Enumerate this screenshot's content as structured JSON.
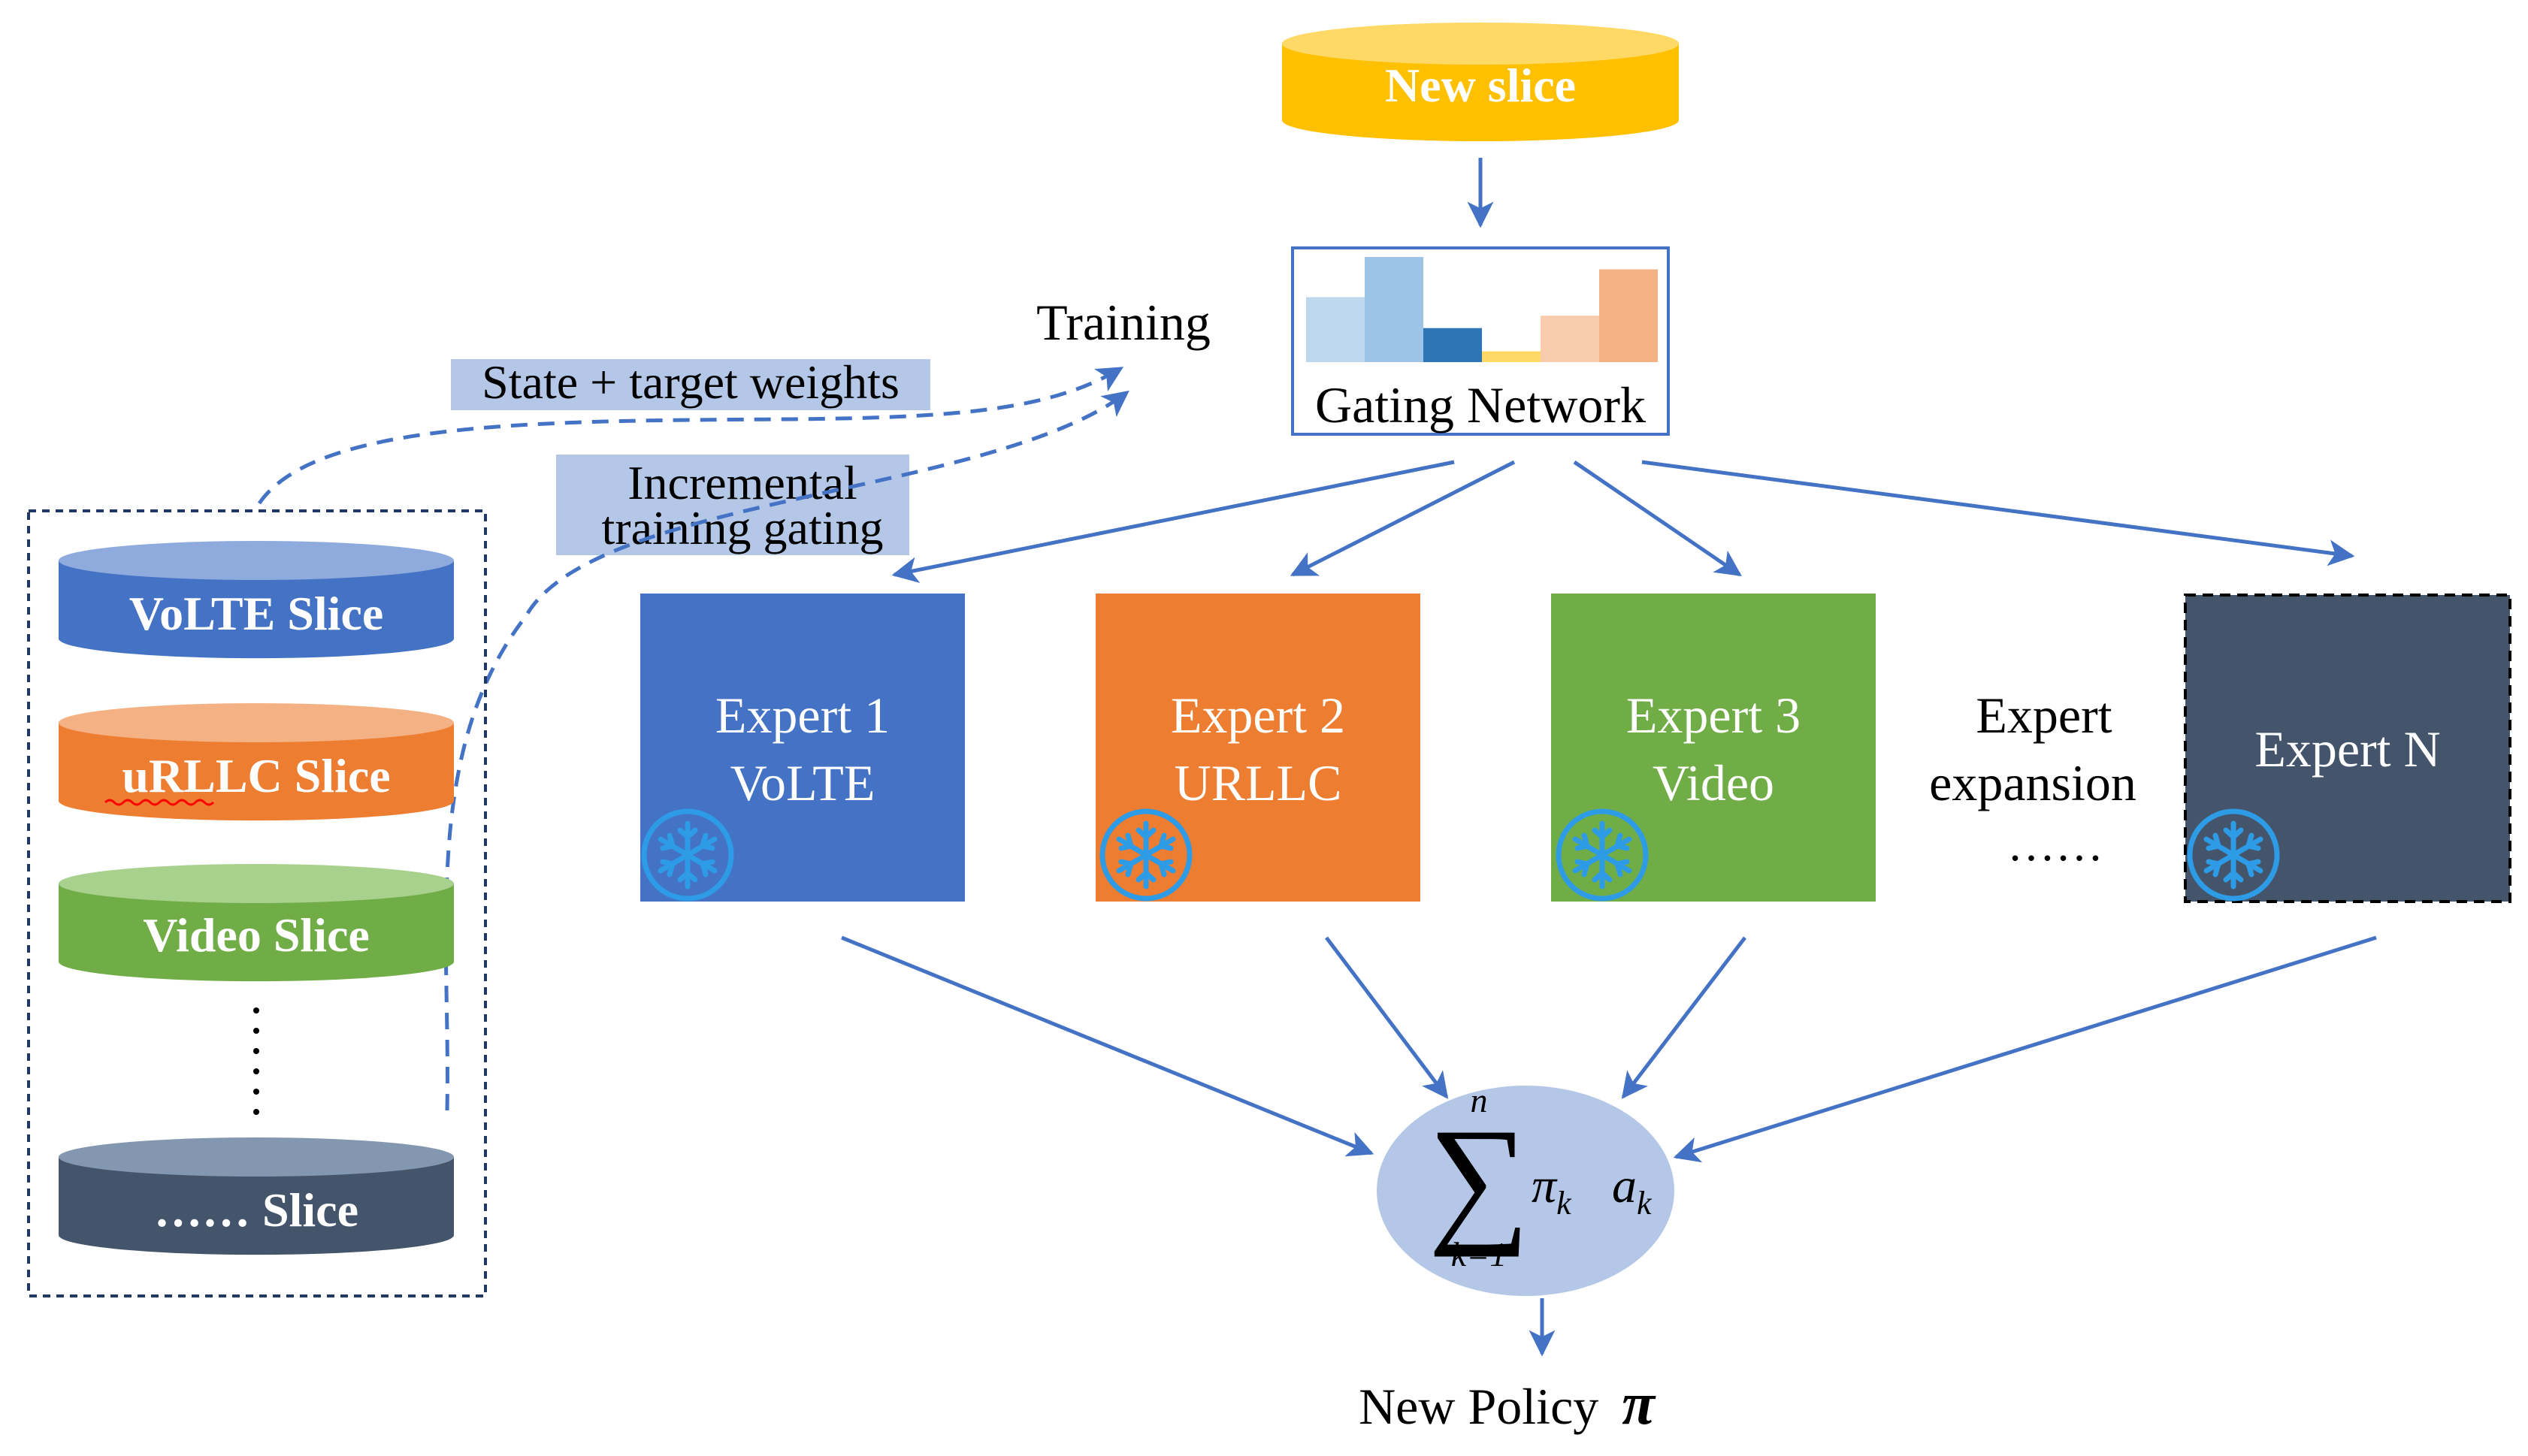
{
  "new_slice": {
    "label": "New slice"
  },
  "gating": {
    "label": "Gating Network",
    "bar_values": [
      0.42,
      0.68,
      0.22,
      0.07,
      0.3,
      0.6
    ]
  },
  "training": {
    "label": "Training"
  },
  "state_weights": {
    "label": "State + target weights"
  },
  "incremental": {
    "line1": "Incremental",
    "line2": "training gating"
  },
  "slices": [
    {
      "label": "VoLTE Slice"
    },
    {
      "label": "uRLLC Slice"
    },
    {
      "label": "Video Slice"
    },
    {
      "label": "…… Slice"
    }
  ],
  "experts": [
    {
      "line1": "Expert 1",
      "line2": "VoLTE"
    },
    {
      "line1": "Expert 2",
      "line2": "URLLC"
    },
    {
      "line1": "Expert 3",
      "line2": "Video"
    },
    {
      "line1": "Expert N",
      "line2": ""
    }
  ],
  "expansion": {
    "line1": "Expert",
    "line2": "expansion",
    "dots": "……"
  },
  "sum": {
    "upper": "n",
    "lower": "k=1",
    "pi": "π",
    "pi_sub": "k",
    "a": "a",
    "a_sub": "k"
  },
  "new_policy": {
    "label": "New Policy",
    "symbol": "π"
  },
  "colors": {
    "gold": "#ffc000",
    "blue": "#4472c4",
    "orange": "#ed7d31",
    "green": "#70ad47",
    "dark": "#44546a",
    "arrow": "#4472c4",
    "highlight": "#b4c7e7",
    "snowflake": "#2e9be6"
  },
  "icons": [
    "snowflake-icon",
    "arrow-icon",
    "cylinder-icon"
  ]
}
